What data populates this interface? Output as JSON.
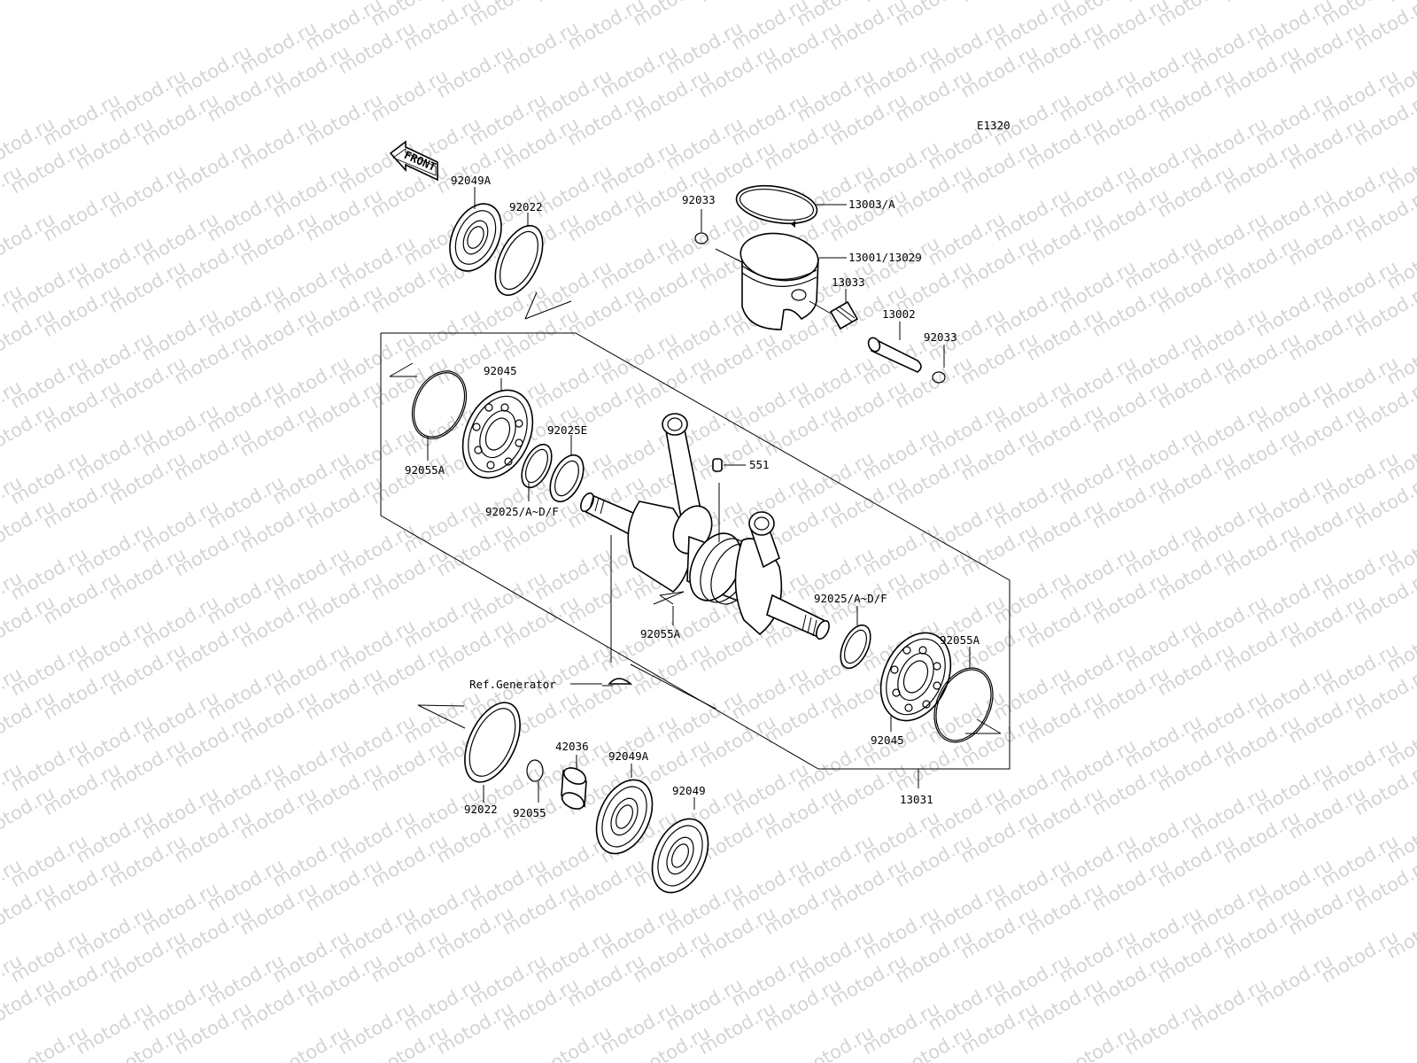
{
  "watermark": {
    "text": "motod.ru"
  },
  "diagram_code": "E1320",
  "front_arrow": {
    "text": "FRONT"
  },
  "callouts": {
    "p92049A_top": "92049A",
    "p92022_top": "92022",
    "p92033_left": "92033",
    "p13003A": "13003/A",
    "p13001_13029": "13001/13029",
    "p13033": "13033",
    "p13002": "13002",
    "p92033_right": "92033",
    "p92045_top": "92045",
    "p92025E": "92025E",
    "p92055A_left": "92055A",
    "p92025_AF_left": "92025/A~D/F",
    "p551": "551",
    "p92025_AF_right": "92025/A~D/F",
    "p92055A_right": "92055A",
    "p92055A_mid": "92055A",
    "ref_generator": "Ref.Generator",
    "p92045_bottom": "92045",
    "p13031": "13031",
    "p42036": "42036",
    "p92049A_bottom": "92049A",
    "p92049": "92049",
    "p92022_bottom": "92022",
    "p92055": "92055"
  }
}
